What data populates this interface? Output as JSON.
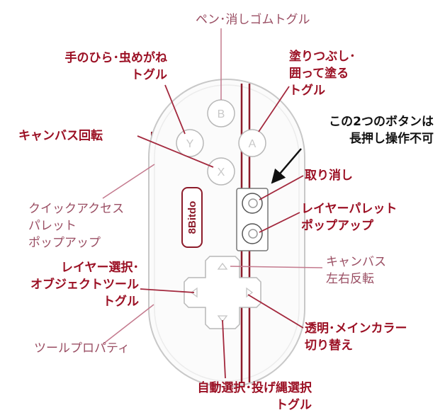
{
  "colors": {
    "controller_body": "#fbfbfb",
    "controller_outline": "#c8c8c8",
    "accent_red": "#8c1b2a",
    "label_red": "#9b1024",
    "label_pink": "#9a4e63",
    "label_black": "#111111",
    "leader_red": "#a3283d",
    "leader_pink": "#c47a8e",
    "arrow_black": "#111111"
  },
  "controller": {
    "logo": "8Bitdo",
    "buttons": {
      "x": "X",
      "a": "A",
      "b": "B",
      "y": "Y"
    }
  },
  "labels": {
    "pen_eraser": "ペン･消しゴムトグル",
    "hand_zoom": [
      "手のひら･虫めがね",
      "トグル"
    ],
    "fill_lasso": [
      "塗りつぶし･",
      "囲って塗る",
      "トグル"
    ],
    "no_long_press": [
      "この2つのボタンは",
      "長押し操作不可"
    ],
    "rotate": "キャンバス回転",
    "undo": "取り消し",
    "quick_access": [
      "クイックアクセス",
      "パレット",
      "ポップアップ"
    ],
    "layer_palette": [
      "レイヤーパレット",
      "ポップアップ"
    ],
    "layer_select": [
      "レイヤー選択･",
      "オブジェクトツール",
      "トグル"
    ],
    "flip": [
      "キャンバス",
      "左右反転"
    ],
    "transparent": [
      "透明･メインカラー",
      "切り替え"
    ],
    "tool_property": "ツールプロパティ",
    "auto_select": [
      "自動選択･投げ縄選択",
      "トグル"
    ]
  }
}
